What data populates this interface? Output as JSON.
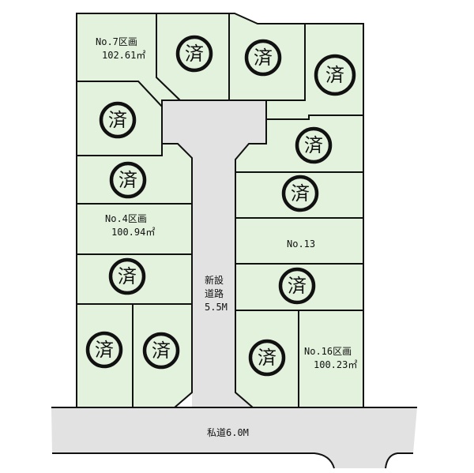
{
  "title": "区画図",
  "sold_mark": "済",
  "plots": {
    "no7": {
      "name": "No.7区画",
      "area": "102.61㎡"
    },
    "no4": {
      "name": "No.4区画",
      "area": "100.94㎡"
    },
    "no13": {
      "name": "No.13"
    },
    "no16": {
      "name": "No.16区画",
      "area": "100.23㎡"
    }
  },
  "roads": {
    "new_road": [
      "新設",
      "道路",
      "5.5M"
    ],
    "private_road": "私道6.0M"
  },
  "colors": {
    "plot": "#e3f2dd",
    "road": "#e2e2e2",
    "line": "#111111"
  }
}
